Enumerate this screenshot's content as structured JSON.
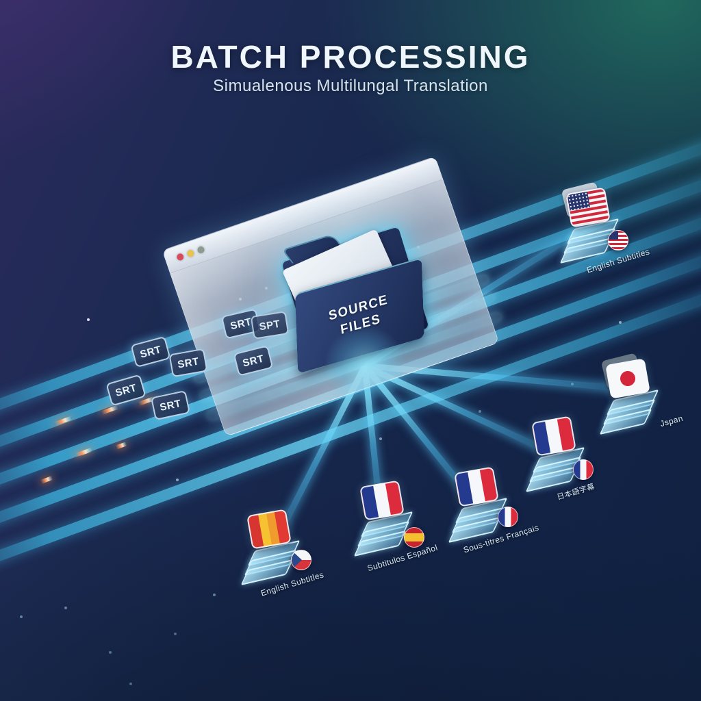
{
  "header": {
    "title": "BATCH PROCESSING",
    "subtitle": "Simualenous Multilungal Translation"
  },
  "window": {
    "traffic_light_colors": [
      "#d84a5c",
      "#e6c44d",
      "#8d9b8f"
    ],
    "folder": {
      "line1": "SOURCE",
      "line2": "FILES"
    }
  },
  "inputs": {
    "badges": [
      {
        "label": "SRT"
      },
      {
        "label": "SRT"
      },
      {
        "label": "SRT"
      },
      {
        "label": "SRT"
      },
      {
        "label": "SRT"
      },
      {
        "label": "SPT"
      },
      {
        "label": "SRT"
      }
    ]
  },
  "outputs": [
    {
      "label": "English Subtitles",
      "flag": "united-states",
      "badge_flag": "united-states"
    },
    {
      "label": "Jspan",
      "flag": "japan",
      "badge_flag": ""
    },
    {
      "label": "日本語字幕",
      "flag": "france",
      "badge_flag": "france"
    },
    {
      "label": "Sous-titres Français",
      "flag": "france",
      "badge_flag": "france"
    },
    {
      "label": "Subtitulos Español",
      "flag": "france",
      "badge_flag": "spain"
    },
    {
      "label": "English Subtitles",
      "flag": "spain-vertical",
      "badge_flag": "czech-republic"
    }
  ],
  "colors": {
    "beam_cyan": "#3fc2eb",
    "glow_cyan": "#49e0ff",
    "folder_navy": "#1d2c52",
    "background_top_left_purple": "#332b63",
    "background_top_right_teal": "#206055",
    "background_bottom_navy": "#0e1d38",
    "spark_orange": "#ff9657",
    "title_text": "#f0f7fc",
    "label_text": "#d7e7f2"
  }
}
